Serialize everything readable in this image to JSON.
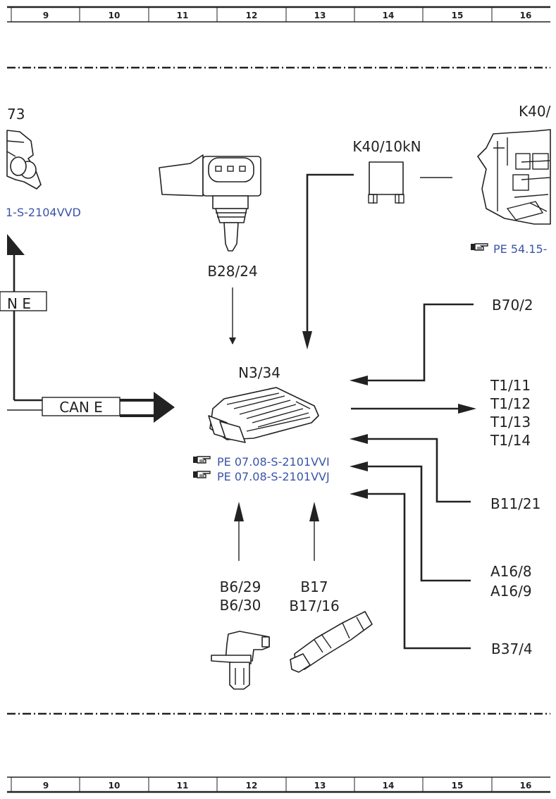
{
  "ruler_top": [
    "9",
    "10",
    "11",
    "12",
    "13",
    "14",
    "15",
    "16"
  ],
  "ruler_bottom": [
    "9",
    "10",
    "11",
    "12",
    "13",
    "14",
    "15",
    "16"
  ],
  "components": {
    "left_partial_label": "73",
    "left_partial_ref": "1-S-2104VVD",
    "sensor_top": "B28/24",
    "relay": "K40/10kN",
    "fuse_box_partial": "K40/",
    "fuse_box_ref": "PE 54.15-",
    "ecu": "N3/34",
    "ecu_ref_1": "PE 07.08-S-2101VVI",
    "ecu_ref_2": "PE 07.08-S-2101VVJ",
    "b70": "B70/2",
    "t1_11": "T1/11",
    "t1_12": "T1/12",
    "t1_13": "T1/13",
    "t1_14": "T1/14",
    "b11": "B11/21",
    "a16_8": "A16/8",
    "a16_9": "A16/9",
    "b37": "B37/4",
    "b6_29": "B6/29",
    "b6_30": "B6/30",
    "b17": "B17",
    "b17_16": "B17/16"
  },
  "bus": {
    "can_label": "CAN E",
    "can_partial": "N E"
  },
  "colors": {
    "reference_link": "#3a54a8",
    "line": "#222222"
  },
  "icons": [
    "hand-pointer-icon"
  ]
}
